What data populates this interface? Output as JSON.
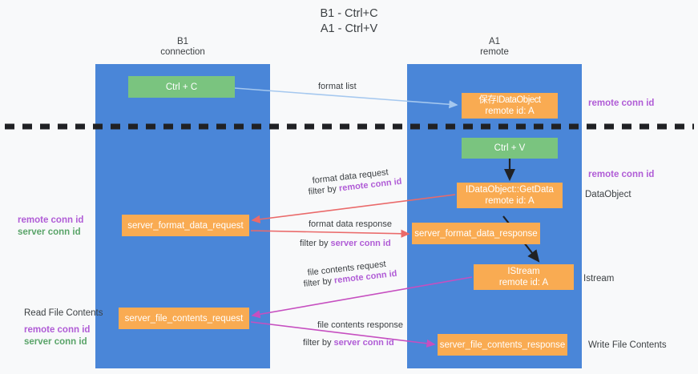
{
  "title": "B1 - Ctrl+C\nA1 - Ctrl+V",
  "title_line1": "B1 - Ctrl+C",
  "title_line2": "A1 - Ctrl+V",
  "colors": {
    "lane_blue": "#4a86d8",
    "node_green": "#7ac47f",
    "node_orange": "#f9ab52",
    "accent_purple": "#b05cd6",
    "accent_green": "#5aa469",
    "arrow_blue": "#a5c8ef",
    "arrow_red": "#ea6a6a",
    "arrow_magenta": "#c64fc0",
    "arrow_black": "#202124",
    "background": "#f8f9fa",
    "text_dark": "#3c4043"
  },
  "lanes": [
    {
      "id": "b1",
      "title": "B1",
      "subtitle": "connection"
    },
    {
      "id": "a1",
      "title": "A1",
      "subtitle": "remote"
    }
  ],
  "nodes": {
    "ctrl_c": {
      "label": "Ctrl + C",
      "color": "green"
    },
    "dataobject": {
      "line1": "保存IDataObject",
      "line2": "remote id: A",
      "color": "orange"
    },
    "ctrl_v": {
      "label": "Ctrl + V",
      "color": "green"
    },
    "getdata": {
      "line1": "IDataObject::GetData",
      "line2": "remote id: A",
      "color": "orange"
    },
    "server_format_data_request": {
      "label": "server_format_data_request",
      "color": "orange"
    },
    "server_format_data_response": {
      "label": "server_format_data_response",
      "color": "orange"
    },
    "istream": {
      "line1": "IStream",
      "line2": "remote id: A",
      "color": "orange"
    },
    "server_file_contents_request": {
      "label": "server_file_contents_request",
      "color": "orange"
    },
    "server_file_contents_response": {
      "label": "server_file_contents_response",
      "color": "orange"
    }
  },
  "edge_labels": {
    "format_list": "format list",
    "format_data_request": "format data request",
    "filter_by": "filter by ",
    "remote_conn_id": "remote conn id",
    "format_data_response": "format data response",
    "server_conn_id": "server conn id",
    "file_contents_request": "file contents request",
    "file_contents_response": "file contents response"
  },
  "annotations": {
    "right_remote_conn_id_top": "remote conn id",
    "right_remote_conn_id_mid": "remote conn id",
    "right_dataobject": "DataObject",
    "right_istream": "Istream",
    "right_write_file_contents": "Write File Contents",
    "left_remote_conn_id_1": "remote conn id",
    "left_server_conn_id_1": "server conn id",
    "left_read_file_contents": "Read File Contents",
    "left_remote_conn_id_2": "remote conn id",
    "left_server_conn_id_2": "server conn id"
  }
}
